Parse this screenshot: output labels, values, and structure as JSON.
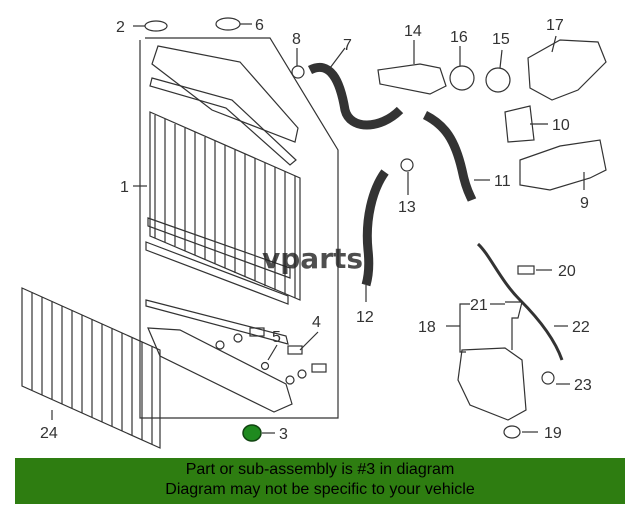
{
  "watermark": "vparts",
  "callouts": {
    "c1": "1",
    "c2": "2",
    "c3": "3",
    "c4": "4",
    "c5": "5",
    "c6": "6",
    "c7": "7",
    "c8": "8",
    "c9": "9",
    "c10": "10",
    "c11": "11",
    "c12": "12",
    "c13": "13",
    "c14": "14",
    "c15": "15",
    "c16": "16",
    "c17": "17",
    "c18": "18",
    "c19": "19",
    "c20": "20",
    "c21": "21",
    "c22": "22",
    "c23": "23",
    "c24": "24"
  },
  "footer": {
    "line1": "Part or sub-assembly is #3 in diagram",
    "line2": "Diagram may not be specific to your vehicle"
  },
  "colors": {
    "footer_bg": "#2e7d11",
    "line": "#333333",
    "highlight_part": "#1f8a1f"
  }
}
